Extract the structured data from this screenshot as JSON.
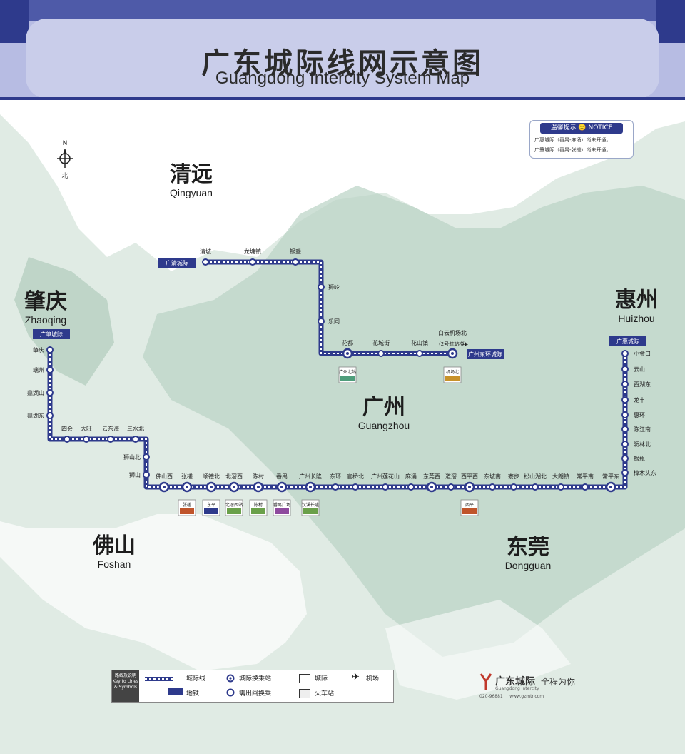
{
  "title": {
    "cn": "广东城际线网示意图",
    "en": "Guangdong Intercity System Map"
  },
  "colors": {
    "line": "#2e3a8c",
    "header": "#4e5aa8",
    "header_light": "#b7bce3",
    "terrain": "#cfe0d6"
  },
  "cities": {
    "qingyuan": {
      "cn": "清远",
      "en": "Qingyuan"
    },
    "zhaoqing": {
      "cn": "肇庆",
      "en": "Zhaoqing"
    },
    "huizhou": {
      "cn": "惠州",
      "en": "Huizhou"
    },
    "guangzhou": {
      "cn": "广州",
      "en": "Guangzhou"
    },
    "foshan": {
      "cn": "佛山",
      "en": "Foshan"
    },
    "dongguan": {
      "cn": "东莞",
      "en": "Dongguan"
    }
  },
  "compass": {
    "n": "N",
    "bei": "北"
  },
  "notice": {
    "heading": "温馨提示 🙂 NOTICE",
    "line1": "广惠城际（番禺-麻涌）尚未开通。",
    "line2": "广肇城际（番禺-张槎）尚未开通。"
  },
  "line_labels": {
    "qingyuan": "广清城际",
    "zhaoqing": "广肇城际",
    "huizhou": "广惠城际",
    "airport": "广州东环城际"
  },
  "stations": {
    "qingcheng": "清城",
    "longtang": "龙塘镇",
    "yinzhan": "银盏",
    "shiling": "狮岭",
    "letong": "乐同",
    "huadu": "花都",
    "huachengjie": "花城街",
    "huashanzhen": "花山镇",
    "baiyun_airport_n": "白云机场北",
    "airport_t2": "（2号航站楼）",
    "zhaoqing": "肇庆",
    "duanzhou": "端州",
    "dinghushan": "鼎湖山",
    "dinghudong": "鼎湖东",
    "sihui": "四会",
    "dawang": "大旺",
    "yundonghai": "云东海",
    "sanshuibei": "三水北",
    "shishanbei": "狮山北",
    "shishan": "狮山",
    "foshanxi": "佛山西",
    "zhangcha": "张槎",
    "shundexueyuan": "顺德北",
    "beijiaoxi": "北滘西",
    "chencun": "陈村",
    "panyu": "番禺",
    "guangzhou_changlong": "广州长隆",
    "donghuan": "东环",
    "guanqiaobei": "官桥北",
    "guangzhou_lianhuashan": "广州莲花山",
    "machong": "麻涌",
    "dongguanxi": "东莞西",
    "daoyu": "道滘",
    "xipingxi": "西平西",
    "dongchengnan": "东城南",
    "liaobu": "寮步",
    "songshanhubei": "松山湖北",
    "dalang": "大朗镇",
    "changpingnan": "常平南",
    "changpingdong": "常平东",
    "zhangmutoudong": "樟木头东",
    "yinping": "银瓶",
    "lilinbei": "沥林北",
    "chenjiangnan": "陈江南",
    "huihuan": "惠环",
    "longfeng": "龙丰",
    "xihudong": "西湖东",
    "yunshan": "云山",
    "xiaojinkou": "小金口"
  },
  "interchanges": {
    "huadu_metro": "广州北站",
    "airport_north": "机场北",
    "zhangcha_metro": "张槎",
    "dongping": "东平",
    "beijiao": "北滘西站",
    "chencun_metro": "陈村",
    "panyu_metro": "番禺广场",
    "changlong_metro": "汉溪长隆",
    "xiping": "西平"
  },
  "legend": {
    "title": "路线及说明 Key to Lines & Symbols",
    "intercity_line": "城际线",
    "interchange": "城际换乘站",
    "intercity": "城际",
    "airport": "机场",
    "metro": "地铁",
    "exit_transfer": "需出闸换乘",
    "railway": "火车站"
  },
  "brand": {
    "name": "广东城际",
    "en": "Guangdong Intercity",
    "slogan": "全程为你",
    "phone": "020-96881",
    "web": "www.gzmtr.com"
  }
}
